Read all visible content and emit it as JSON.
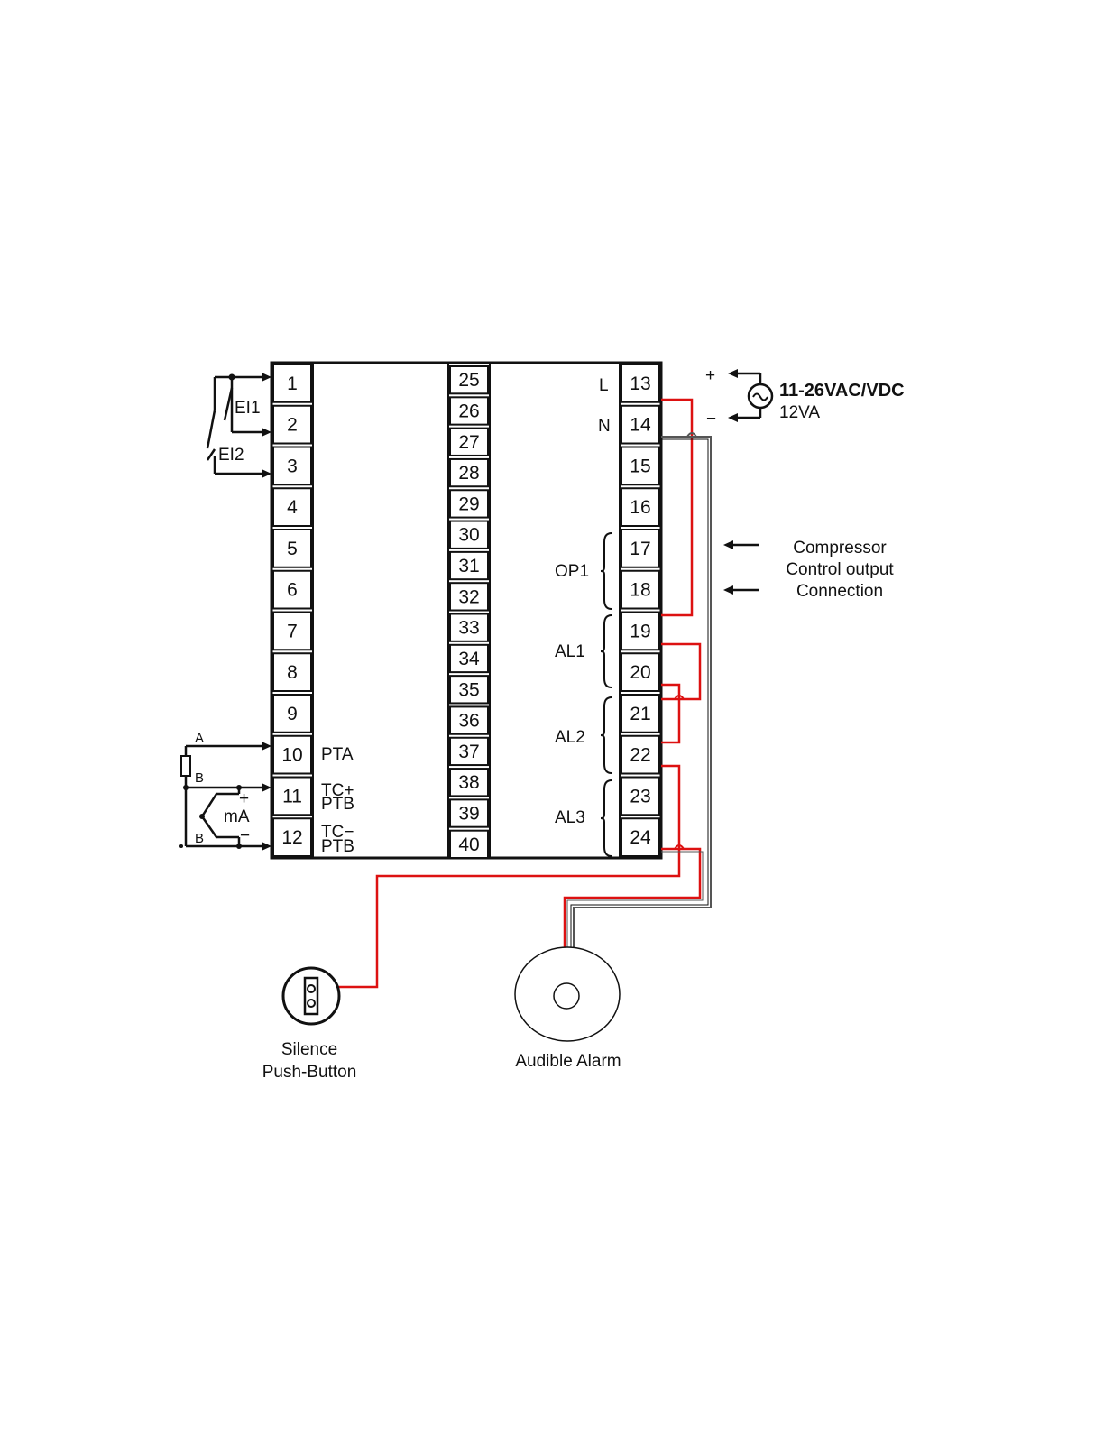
{
  "terminals": {
    "left": [
      "1",
      "2",
      "3",
      "4",
      "5",
      "6",
      "7",
      "8",
      "9",
      "10",
      "11",
      "12"
    ],
    "middle": [
      "25",
      "26",
      "27",
      "28",
      "29",
      "30",
      "31",
      "32",
      "33",
      "34",
      "35",
      "36",
      "37",
      "38",
      "39",
      "40"
    ],
    "right": [
      "13",
      "14",
      "15",
      "16",
      "17",
      "18",
      "19",
      "20",
      "21",
      "22",
      "23",
      "24"
    ]
  },
  "labels": {
    "ei1": "EI1",
    "ei2": "EI2",
    "line": "L",
    "neutral": "N",
    "op1": "OP1",
    "al1": "AL1",
    "al2": "AL2",
    "al3": "AL3",
    "pta": "PTA",
    "tc_plus": "TC+",
    "ptb_1": "PTB",
    "tc_minus": "TC−",
    "ptb_2": "PTB",
    "a": "A",
    "b1": "B",
    "b2": "B",
    "plus_small": "+",
    "minus_small": "−",
    "ma": "mA"
  },
  "power": {
    "plus": "+",
    "minus": "−",
    "voltage": "11-26VAC/VDC",
    "rating": "12VA"
  },
  "compressor": {
    "line1": "Compressor",
    "line2": "Control output",
    "line3": "Connection"
  },
  "devices": {
    "button_line1": "Silence",
    "button_line2": "Push-Button",
    "alarm": "Audible Alarm"
  },
  "colors": {
    "red_wire": "#dd1111",
    "black_wire": "#111111",
    "gray_wire": "#555555"
  }
}
